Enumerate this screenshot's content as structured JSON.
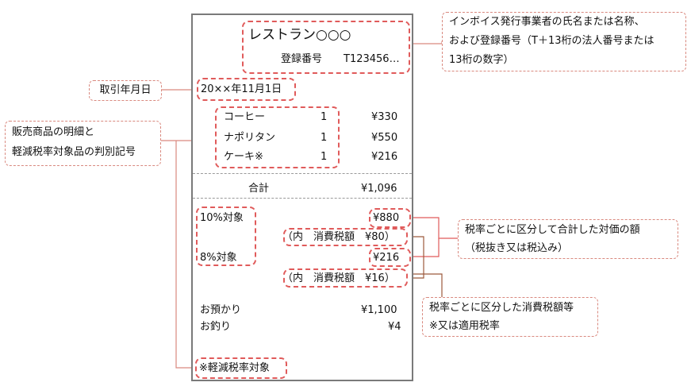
{
  "colors": {
    "highlight": "#e05b5b",
    "note_border": "#d9897f",
    "connector_brown": "#9c5a3c",
    "receipt_border": "#7a7a7a"
  },
  "receipt": {
    "store_name": "レストラン○○○",
    "registration_label": "登録番号",
    "registration_number": "T123456…",
    "date": "20××年11月1日",
    "items": [
      {
        "name": "コーヒー",
        "qty": "1",
        "price": "¥330"
      },
      {
        "name": "ナポリタン",
        "qty": "1",
        "price": "¥550"
      },
      {
        "name": "ケーキ※",
        "qty": "1",
        "price": "¥216"
      }
    ],
    "total_label": "合計",
    "total_value": "¥1,096",
    "rate10_label": "10%対象",
    "rate10_amount": "¥880",
    "rate10_tax": "（内　消費税額　¥80）",
    "rate8_label": "8%対象",
    "rate8_amount": "¥216",
    "rate8_tax": "（内　消費税額　¥16）",
    "deposit_label": "お預かり",
    "deposit_value": "¥1,100",
    "change_label": "お釣り",
    "change_value": "¥4",
    "reduced_note": "※軽減税率対象"
  },
  "annotations": {
    "issuer": [
      "インボイス発行事業者の氏名または名称、",
      "および登録番号（T＋13桁の法人番号または",
      "13桁の数字）"
    ],
    "date": "取引年月日",
    "items": [
      "販売商品の明細と",
      "軽減税率対象品の判別記号"
    ],
    "amounts": [
      "税率ごとに区分して合計した対価の額",
      "（税抜き又は税込み）"
    ],
    "taxes": [
      "税率ごとに区分した消費税額等",
      "※又は適用税率"
    ]
  }
}
